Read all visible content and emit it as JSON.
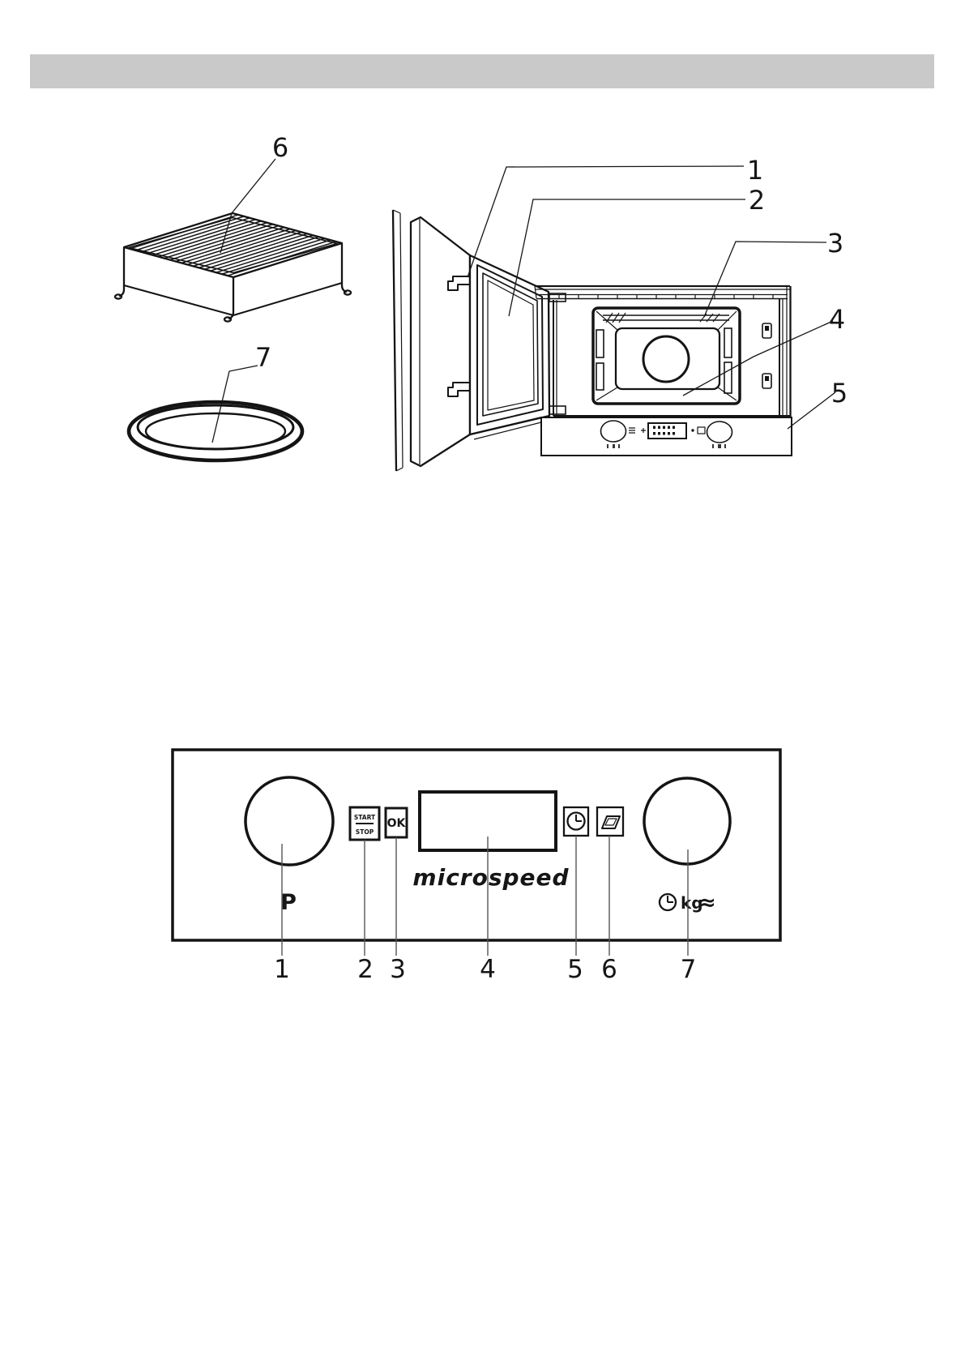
{
  "colors": {
    "header_bar": "#c9c9c9",
    "line": "#141414",
    "number_leader": "#555555"
  },
  "diagram": {
    "callouts": [
      "1",
      "2",
      "3",
      "4",
      "5",
      "6",
      "7"
    ]
  },
  "control_panel": {
    "start_label": "START",
    "stop_label": "STOP",
    "ok_label": "OK",
    "brand": "microspeed",
    "program_knob_label": "P",
    "weight_unit_label": "kg",
    "approx_symbol": "≈",
    "callout_numbers": [
      "1",
      "2",
      "3",
      "4",
      "5",
      "6",
      "7"
    ]
  }
}
